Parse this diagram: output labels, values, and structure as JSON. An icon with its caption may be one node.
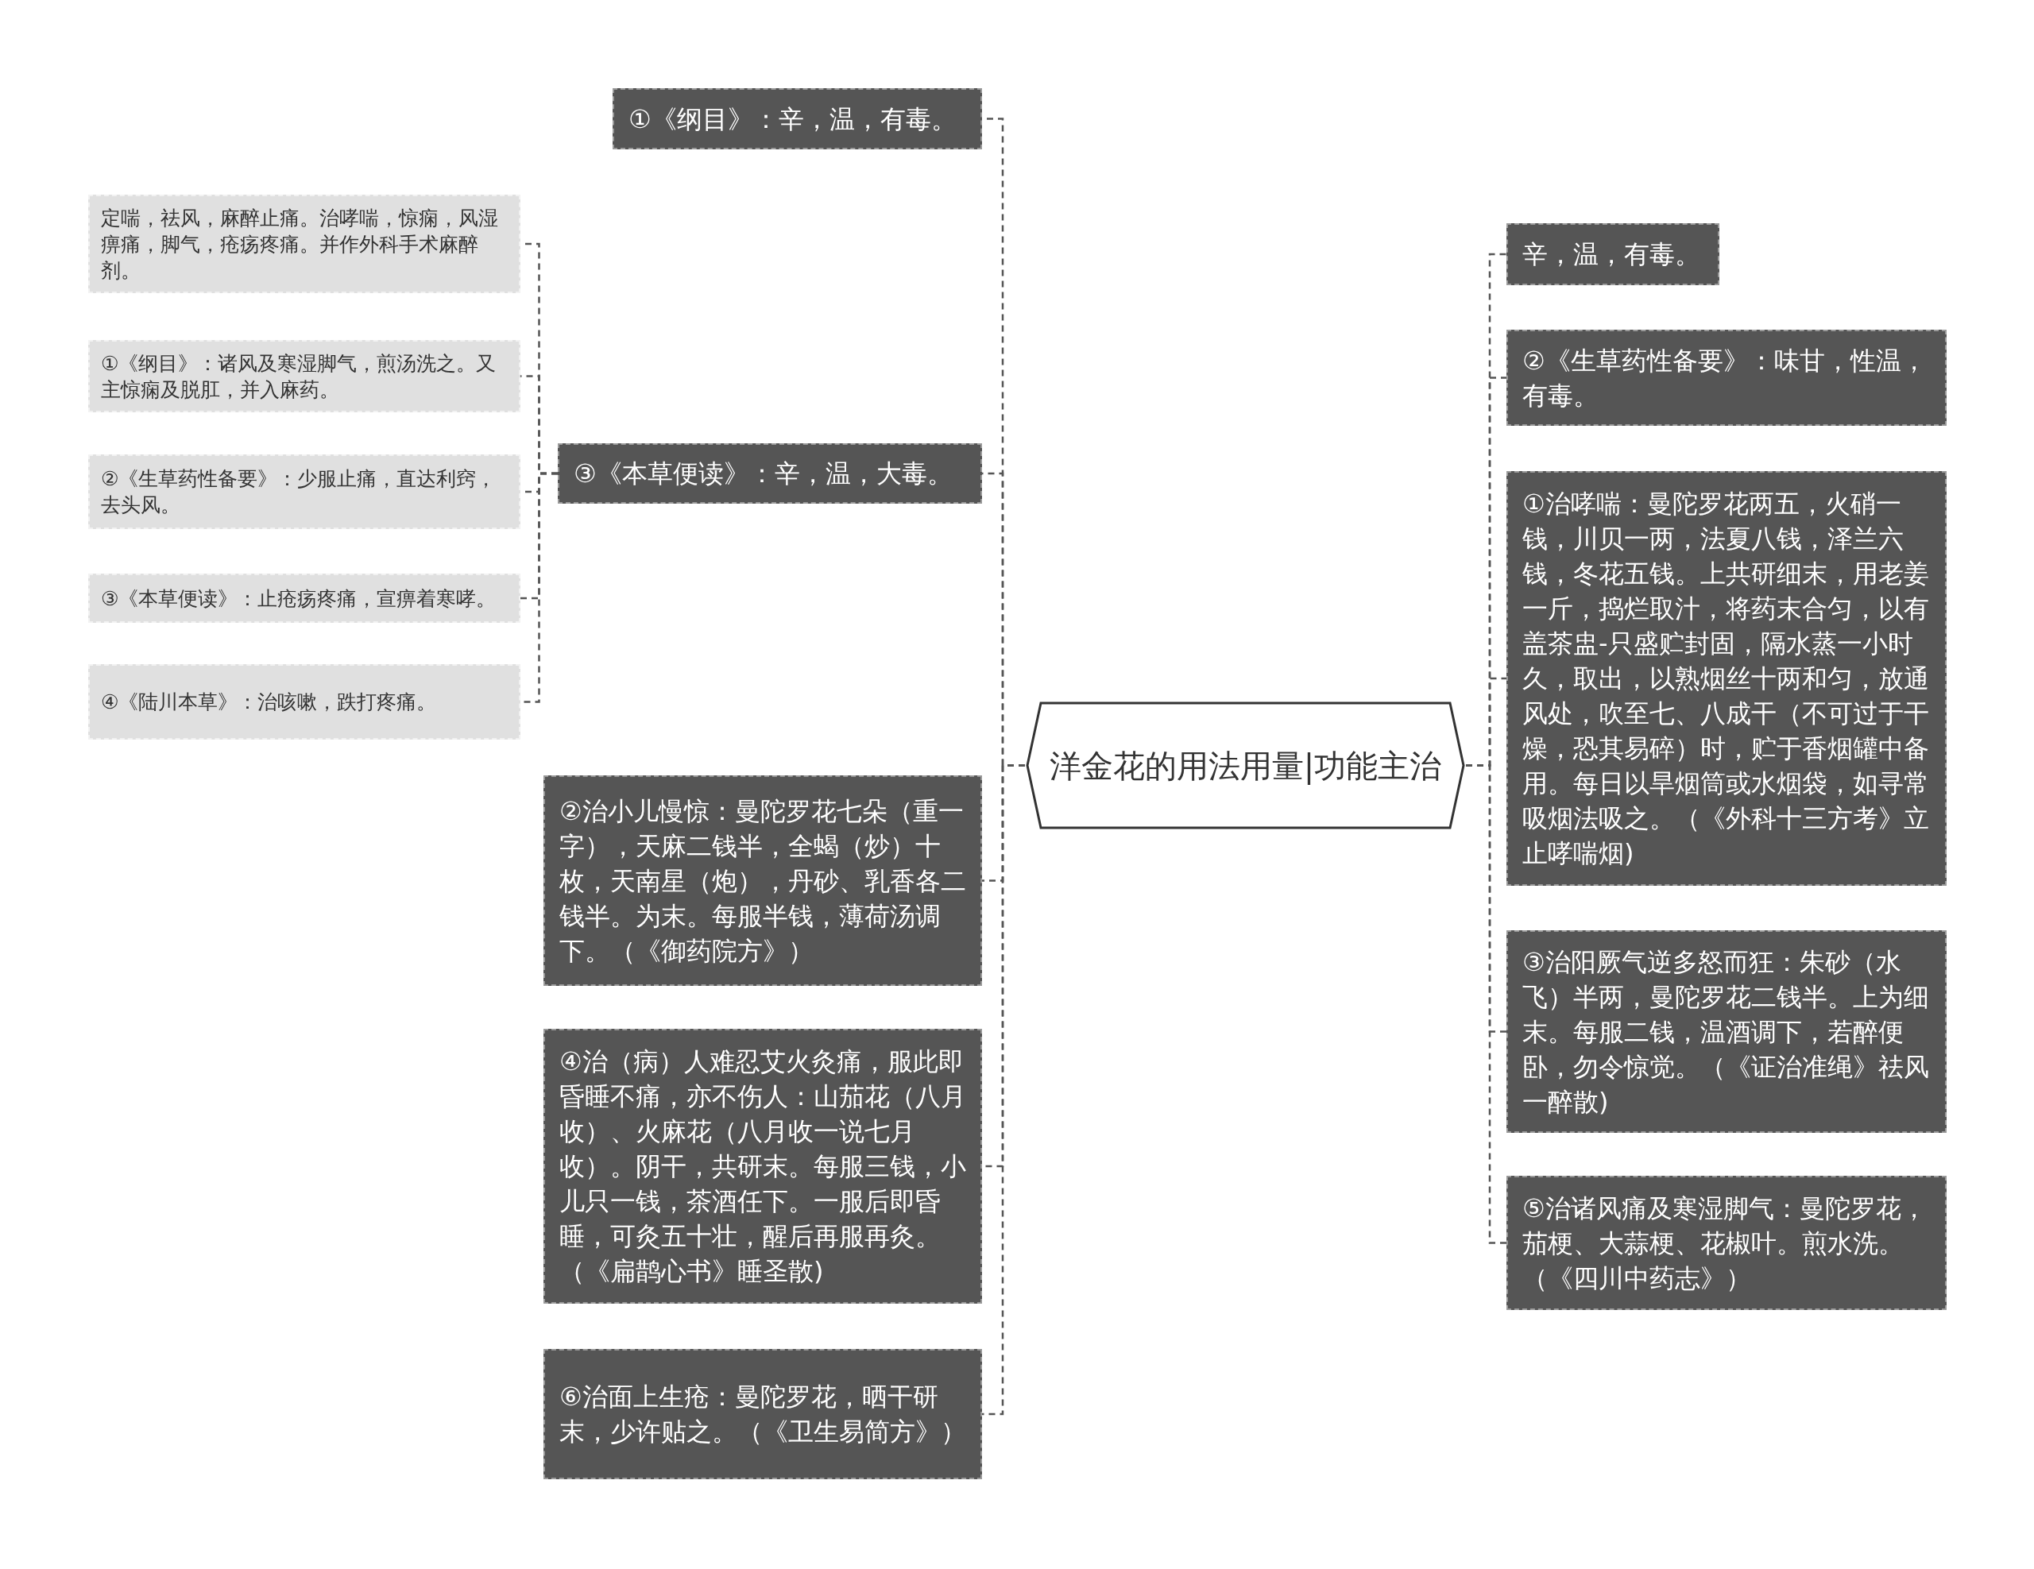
{
  "diagram": {
    "nodes": [
      {
        "text": [
          "洋金花的用法用量|功能主治"
        ]
      },
      {
        "text": [
          "①《纲目》：辛，温，有毒。"
        ]
      },
      {
        "text": [
          "③《本草便读》：辛，温，大毒。"
        ]
      },
      {
        "text": [
          "定喘，祛风，麻醉止痛。治哮喘，惊痫，风湿痹痛，脚气，疮疡疼痛。并作外科手术麻醉剂。"
        ]
      },
      {
        "text": [
          "①《纲目》：诸风及寒湿脚气，煎汤洗之。又主惊痫及脱肛，并入麻药。"
        ]
      },
      {
        "text": [
          "②《生草药性备要》：少服止痛，直达利窍，去头风。"
        ]
      },
      {
        "text": [
          "③《本草便读》：止疮疡疼痛，宣痹着寒哮。"
        ]
      },
      {
        "text": [
          "④《陆川本草》：治咳嗽，跌打疼痛。"
        ]
      },
      {
        "text": [
          "②治小儿慢惊：曼陀罗花七朵（重一字），天麻二钱半，全蝎（炒）十枚，天南星（炮），丹砂、乳香各二钱半。为末。每服半钱，薄荷汤调下。（《御药院方》）"
        ]
      },
      {
        "text": [
          "④治（病）人难忍艾火灸痛，服此即昏睡不痛，亦不伤人：山茄花（八月收）、火麻花（八月收一说七月收）。阴干，共研末。每服三钱，小儿只一钱，茶酒任下。一服后即昏睡，可灸五十壮，醒后再服再灸。（《扁鹊心书》睡圣散)"
        ]
      },
      {
        "text": [
          "⑥治面上生疮：曼陀罗花，晒干研末，少许贴之。（《卫生易简方》）"
        ]
      },
      {
        "text": [
          "辛，温，有毒。"
        ]
      },
      {
        "text": [
          "②《生草药性备要》：味甘，性温，有毒。"
        ]
      },
      {
        "text": [
          "①治哮喘：曼陀罗花两五，火硝一钱，川贝一两，法夏八钱，泽兰六钱，冬花五钱。上共研细末，用老姜一斤，捣烂取汁，将药末合匀，以有盖茶盅-只盛贮封固，隔水蒸一小时久，取出，以熟烟丝十两和匀，放通风处，吹至七、八成干（不可过于干燥，恐其易碎）时，贮于香烟罐中备用。每日以旱烟筒或水烟袋，如寻常吸烟法吸之。（《外科十三方考》立止哮喘烟)"
        ]
      },
      {
        "text": [
          "③治阳厥气逆多怒而狂：朱砂（水飞）半两，曼陀罗花二钱半。上为细末。每服二钱，温酒调下，若醉便卧，勿令惊觉。（《证治准绳》祛风一醉散)"
        ]
      },
      {
        "text": [
          "⑤治诸风痛及寒湿脚气：曼陀罗花，茄梗、大蒜梗、花椒叶。煎水洗。（《四川中药志》）"
        ]
      }
    ],
    "edges": [
      {
        "from": 0,
        "to": 1,
        "arrow": "none"
      },
      {
        "from": 0,
        "to": 2,
        "arrow": "none"
      },
      {
        "from": 2,
        "to": 3,
        "arrow": "none"
      },
      {
        "from": 2,
        "to": 4,
        "arrow": "none"
      },
      {
        "from": 2,
        "to": 5,
        "arrow": "none"
      },
      {
        "from": 2,
        "to": 6,
        "arrow": "none"
      },
      {
        "from": 2,
        "to": 7,
        "arrow": "none"
      },
      {
        "from": 0,
        "to": 8,
        "arrow": "none"
      },
      {
        "from": 0,
        "to": 9,
        "arrow": "none"
      },
      {
        "from": 0,
        "to": 10,
        "arrow": "none"
      },
      {
        "from": 0,
        "to": 11,
        "arrow": "none"
      },
      {
        "from": 0,
        "to": 12,
        "arrow": "none"
      },
      {
        "from": 0,
        "to": 13,
        "arrow": "none"
      },
      {
        "from": 0,
        "to": 14,
        "arrow": "none"
      },
      {
        "from": 0,
        "to": 15,
        "arrow": "none"
      }
    ]
  }
}
